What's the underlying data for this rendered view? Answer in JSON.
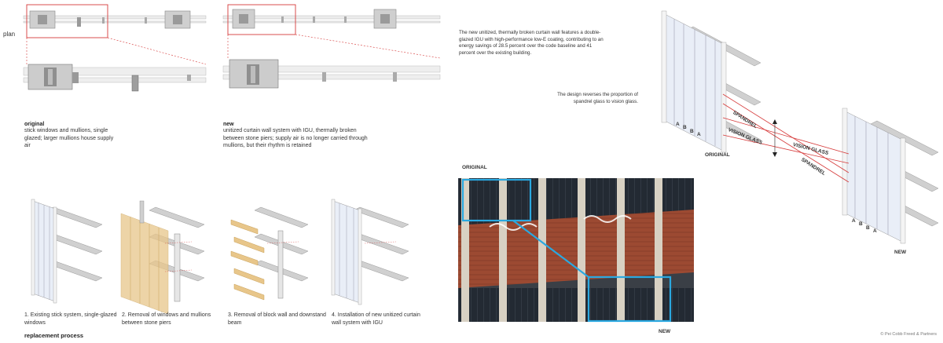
{
  "plan_label": "plan",
  "original": {
    "title": "original",
    "body": "stick windows and mullions, single glazed; larger mullions house supply air"
  },
  "new": {
    "title": "new",
    "body": "unitized curtain wall system with IGU, thermally broken between stone piers; supply air is no longer carried through mullions, but their rhythm is retained"
  },
  "steps": [
    "1. Existing stick system, single-glazed windows",
    "2. Removal of windows and mullions between stone piers",
    "3. Removal of block wall and downstand beam",
    "4. Installation of new unitized curtain wall system with IGU"
  ],
  "process_title": "replacement process",
  "intro_text": "The new unitized, thermally broken curtain wall features a double-glazed IGU with high-performance low-E coating, contributing to an energy savings of 28.5 percent over the code baseline and 41 percent over the existing building.",
  "reverse_text": "The design reverses the proportion of spandrel glass to vision glass.",
  "diagram": {
    "original_label": "ORIGINAL",
    "new_label": "NEW",
    "spandrel_label": "SPANDREL",
    "vision_glass_label": "VISION GLASS",
    "bay_letters": [
      "A",
      "B",
      "B",
      "A"
    ]
  },
  "photo": {
    "original_label": "ORIGINAL",
    "new_label": "NEW"
  },
  "credit": "© Pei Cobb Freed & Partners",
  "colors": {
    "accent_red": "#d63a3a",
    "highlight_blue": "#2aa8e0",
    "stone": "#d9d9d9",
    "steel": "#8a8a8a",
    "wood": "#e8c68a"
  }
}
